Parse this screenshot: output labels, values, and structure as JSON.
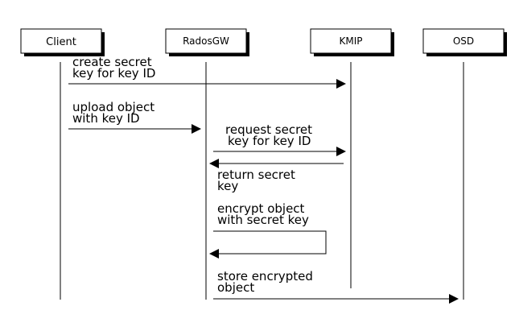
{
  "actors": [
    {
      "id": "client",
      "label": "Client"
    },
    {
      "id": "radosgw",
      "label": "RadosGW"
    },
    {
      "id": "kmip",
      "label": "KMIP"
    },
    {
      "id": "osd",
      "label": "OSD"
    }
  ],
  "messages": [
    {
      "from": "client",
      "to": "kmip",
      "lines": [
        "create secret",
        "key for key ID"
      ]
    },
    {
      "from": "client",
      "to": "radosgw",
      "lines": [
        "upload object",
        "with key ID"
      ]
    },
    {
      "from": "radosgw",
      "to": "kmip",
      "lines": [
        "request secret",
        "key for key ID"
      ]
    },
    {
      "from": "kmip",
      "to": "radosgw",
      "lines": [
        "return secret",
        "key"
      ]
    },
    {
      "from": "radosgw",
      "to": "radosgw",
      "lines": [
        "encrypt object",
        "with secret key"
      ]
    },
    {
      "from": "radosgw",
      "to": "osd",
      "lines": [
        "store encrypted",
        "object"
      ]
    }
  ]
}
